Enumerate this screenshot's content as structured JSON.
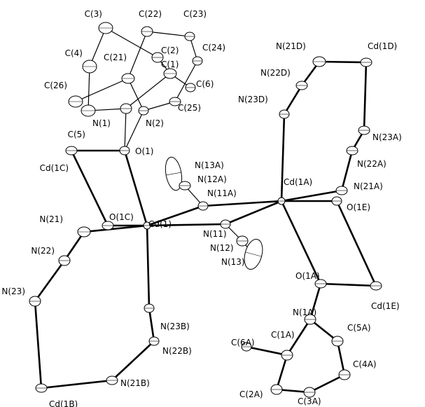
{
  "atoms": [
    {
      "id": "C3",
      "label": "C(3)"
    },
    {
      "id": "C22",
      "label": "C(22)"
    },
    {
      "id": "C23",
      "label": "C(23)"
    },
    {
      "id": "C4",
      "label": "C(4)"
    },
    {
      "id": "C21",
      "label": "C(21)"
    },
    {
      "id": "C2",
      "label": "C(2)"
    },
    {
      "id": "C24",
      "label": "C(24)"
    },
    {
      "id": "C1",
      "label": "C(1)"
    },
    {
      "id": "C26",
      "label": "C(26)"
    },
    {
      "id": "C6",
      "label": "C(6)"
    },
    {
      "id": "C25",
      "label": "C(25)"
    },
    {
      "id": "C5",
      "label": "C(5)"
    },
    {
      "id": "N1",
      "label": "N(1)"
    },
    {
      "id": "N2",
      "label": "N(2)"
    },
    {
      "id": "O1",
      "label": "O(1)"
    },
    {
      "id": "Cd1C",
      "label": "Cd(1C)"
    },
    {
      "id": "N13A",
      "label": "N(13A)"
    },
    {
      "id": "N12A",
      "label": "N(12A)"
    },
    {
      "id": "N11A",
      "label": "N(11A)"
    },
    {
      "id": "Cd1",
      "label": "Cd(1)"
    },
    {
      "id": "O1C",
      "label": "O(1C)"
    },
    {
      "id": "N21",
      "label": "N(21)"
    },
    {
      "id": "N22",
      "label": "N(22)"
    },
    {
      "id": "N23",
      "label": "N(23)"
    },
    {
      "id": "N11",
      "label": "N(11)"
    },
    {
      "id": "N12",
      "label": "N(12)"
    },
    {
      "id": "N13",
      "label": "N(13)"
    },
    {
      "id": "N23B",
      "label": "N(23B)"
    },
    {
      "id": "N22B",
      "label": "N(22B)"
    },
    {
      "id": "N21B",
      "label": "N(21B)"
    },
    {
      "id": "Cd1B",
      "label": "Cd(1B)"
    },
    {
      "id": "N21D",
      "label": "N(21D)"
    },
    {
      "id": "Cd1D",
      "label": "Cd(1D)"
    },
    {
      "id": "N22D",
      "label": "N(22D)"
    },
    {
      "id": "N23D",
      "label": "N(23D)"
    },
    {
      "id": "N23A",
      "label": "N(23A)"
    },
    {
      "id": "N22A",
      "label": "N(22A)"
    },
    {
      "id": "Cd1A",
      "label": "Cd(1A)"
    },
    {
      "id": "N21A",
      "label": "N(21A)"
    },
    {
      "id": "O1E",
      "label": "O(1E)"
    },
    {
      "id": "O1A",
      "label": "O(1A)"
    },
    {
      "id": "Cd1E",
      "label": "Cd(1E)"
    },
    {
      "id": "N1A",
      "label": "N(1A)"
    },
    {
      "id": "C1A",
      "label": "C(1A)"
    },
    {
      "id": "C5A",
      "label": "C(5A)"
    },
    {
      "id": "C6A",
      "label": "C(6A)"
    },
    {
      "id": "C4A",
      "label": "C(4A)"
    },
    {
      "id": "C2A",
      "label": "C(2A)"
    },
    {
      "id": "C3A",
      "label": "C(3A)"
    }
  ],
  "bonds": [
    [
      "Cd1",
      "O1"
    ],
    [
      "Cd1",
      "O1C"
    ],
    [
      "Cd1",
      "N21"
    ],
    [
      "Cd1",
      "N23B"
    ],
    [
      "Cd1",
      "N11"
    ],
    [
      "Cd1",
      "N11A"
    ],
    [
      "O1",
      "Cd1C"
    ],
    [
      "Cd1C",
      "O1C"
    ],
    [
      "O1",
      "N1"
    ],
    [
      "O1",
      "N2"
    ],
    [
      "N21",
      "N22"
    ],
    [
      "N22",
      "N23"
    ],
    [
      "N23",
      "Cd1B"
    ],
    [
      "Cd1B",
      "N21B"
    ],
    [
      "N21B",
      "N22B"
    ],
    [
      "N22B",
      "N23B"
    ],
    [
      "N11A",
      "N12A"
    ],
    [
      "N12A",
      "N13A"
    ],
    [
      "N11",
      "N12"
    ],
    [
      "N12",
      "N13"
    ],
    [
      "Cd1A",
      "N11A"
    ],
    [
      "Cd1A",
      "N11"
    ],
    [
      "Cd1A",
      "N23D"
    ],
    [
      "Cd1A",
      "N21A"
    ],
    [
      "Cd1A",
      "O1E"
    ],
    [
      "Cd1A",
      "O1A"
    ],
    [
      "N23D",
      "N22D"
    ],
    [
      "N22D",
      "N21D"
    ],
    [
      "N21D",
      "Cd1D"
    ],
    [
      "Cd1D",
      "N23A"
    ],
    [
      "N23A",
      "N22A"
    ],
    [
      "N22A",
      "N21A"
    ],
    [
      "O1E",
      "Cd1E"
    ],
    [
      "O1A",
      "Cd1E"
    ],
    [
      "O1A",
      "N1A"
    ],
    [
      "N1A",
      "C1A"
    ],
    [
      "N1A",
      "C5A"
    ],
    [
      "C1A",
      "C6A"
    ],
    [
      "C1A",
      "C2A"
    ],
    [
      "C2A",
      "C3A"
    ],
    [
      "C3A",
      "C4A"
    ],
    [
      "C4A",
      "C5A"
    ],
    [
      "N1",
      "C5"
    ],
    [
      "C5",
      "C4"
    ],
    [
      "C4",
      "C3"
    ],
    [
      "C3",
      "C2"
    ],
    [
      "C2",
      "C1"
    ],
    [
      "C1",
      "N1"
    ],
    [
      "C1",
      "C6"
    ],
    [
      "N2",
      "C21"
    ],
    [
      "C21",
      "C22"
    ],
    [
      "C22",
      "C23"
    ],
    [
      "C23",
      "C24"
    ],
    [
      "C24",
      "C25"
    ],
    [
      "C25",
      "N2"
    ],
    [
      "C21",
      "C26"
    ]
  ]
}
